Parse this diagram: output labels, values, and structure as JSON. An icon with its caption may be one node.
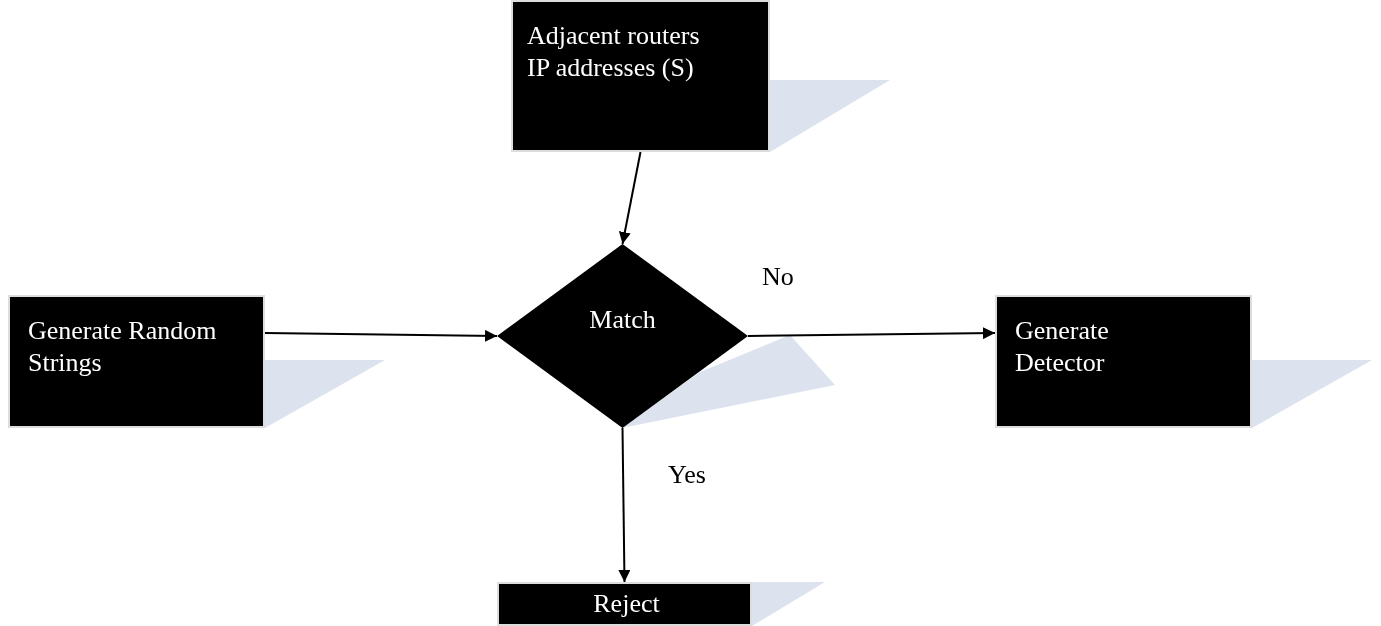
{
  "diagram": {
    "nodes": [
      {
        "text": [
          "Adjacent routers IP addresses (S)"
        ]
      },
      {
        "text": [
          "Generate Random Strings"
        ]
      },
      {
        "text": [
          "Match"
        ]
      },
      {
        "text": [
          "Generate Detector"
        ]
      },
      {
        "text": [
          "Reject"
        ]
      }
    ],
    "edges": [
      {
        "from": 0,
        "to": 2,
        "arrow": "to"
      },
      {
        "from": 1,
        "to": 2,
        "arrow": "to"
      },
      {
        "from": 2,
        "to": 3,
        "arrow": "to",
        "label": "No"
      },
      {
        "from": 2,
        "to": 4,
        "arrow": "to",
        "label": "Yes"
      }
    ]
  }
}
